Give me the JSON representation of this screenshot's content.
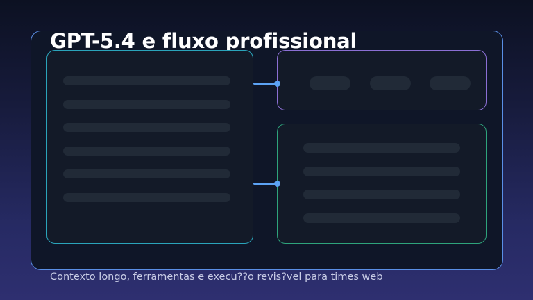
{
  "header": {
    "title": "GPT-5.4 e fluxo profissional"
  },
  "footer": {
    "subtitle": "Contexto longo, ferramentas e execu??o revis?vel para times web"
  },
  "diagram": {
    "panels": [
      {
        "id": "left",
        "label": "",
        "border_color": "#2aa4bb",
        "bars": 6
      },
      {
        "id": "top-right",
        "label": "",
        "border_color": "#8b6fd4",
        "pills": 3
      },
      {
        "id": "bottom-right",
        "label": "",
        "border_color": "#2ea47c",
        "bars": 4
      }
    ],
    "connectors": [
      {
        "from": "left",
        "to": "top-right"
      },
      {
        "from": "left",
        "to": "bottom-right"
      }
    ]
  },
  "colors": {
    "frame_border": "#5a8fe6",
    "connector": "#5ca3f5",
    "placeholder_bar": "#212a37",
    "panel_fill": "#131a28"
  }
}
